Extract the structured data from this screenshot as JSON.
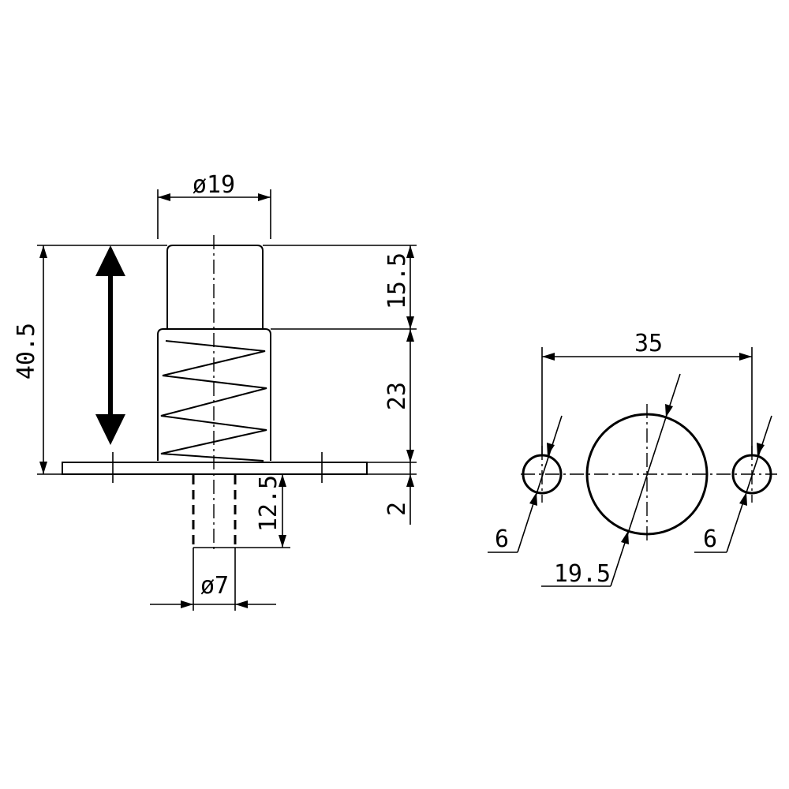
{
  "side_view": {
    "diameter_top": "ø19",
    "overall_height": "40.5",
    "top_height": "15.5",
    "spring_height": "23",
    "flange_thickness": "2",
    "pin_length": "12.5",
    "pin_diameter": "ø7"
  },
  "hole_pattern": {
    "hole_spacing": "35",
    "left_hole_diameter": "6",
    "center_hole_diameter": "19.5",
    "right_hole_diameter": "6"
  }
}
